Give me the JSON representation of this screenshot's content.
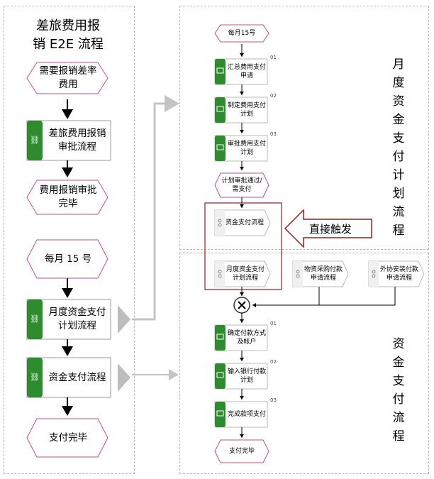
{
  "left": {
    "title": "差旅费用报销 E2E 流程",
    "title_lines": [
      "差旅费用报",
      "销 E2E 流程"
    ],
    "nodes": {
      "event_need": "需要报销差率费用",
      "proc_approval": "差旅费用报销审批流程",
      "event_done": "费用报销审批完毕",
      "event_15": "每月 15 号",
      "proc_monthly": "月度资金支付计划流程",
      "proc_pay": "资金支付流程",
      "event_paid": "支付完毕"
    }
  },
  "monthly": {
    "title": "月度资金支付计划流程",
    "nodes": {
      "event_15": "每月15号",
      "act_01": "汇总费用支付申请",
      "act_02": "制定费用支付计划",
      "act_03": "审批费用支付计划",
      "event_approved": "计划审批通过/需支付",
      "proc_pay": "资金支付流程"
    },
    "step_numbers": [
      "01",
      "02",
      "03"
    ]
  },
  "payment": {
    "title": "资金支付流程",
    "nodes": {
      "proc_monthly": "月度资金支付计划流程",
      "proc_material": "物资采购付款申请流程",
      "proc_outsource": "外协安装付款申请流程",
      "act_01": "确定付款方式及帐户",
      "act_02": "输入银行付款计划",
      "act_03": "完成款项支付",
      "event_done": "支付完毕"
    },
    "step_numbers": [
      "01",
      "02",
      "03"
    ]
  },
  "callout": {
    "text": "直接触发"
  },
  "colors": {
    "event_border": "#c0508a",
    "process_green": "#2e8b2e",
    "highlight": "#9b1b1b",
    "dash": "#b8b8b8",
    "connector": "#bdbdbd"
  }
}
